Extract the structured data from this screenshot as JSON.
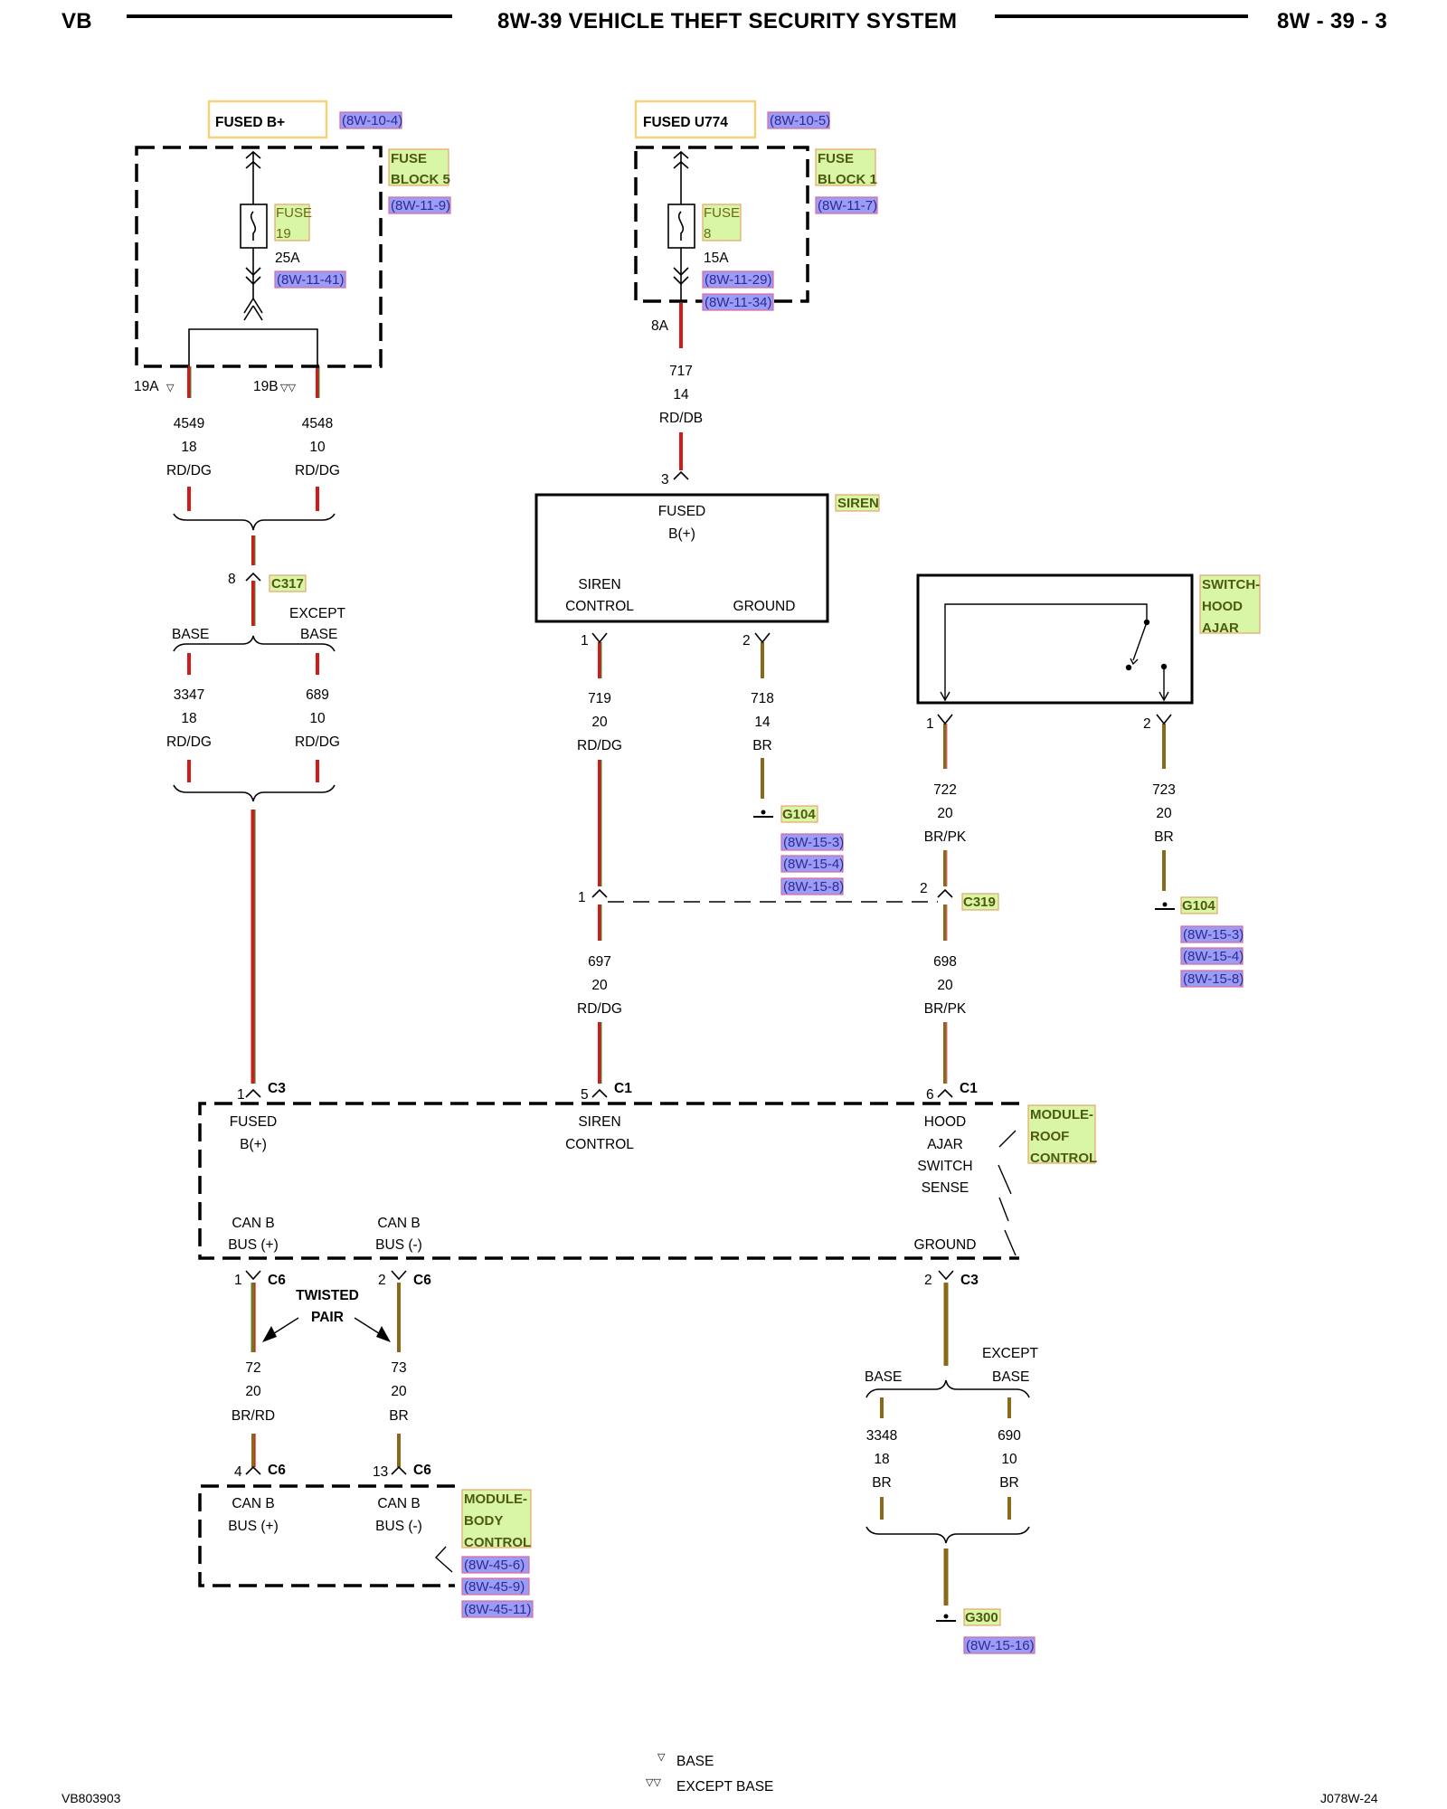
{
  "header": {
    "left": "VB",
    "title": "8W-39 VEHICLE THEFT SECURITY SYSTEM",
    "right": "8W - 39 - 3"
  },
  "footer": {
    "left": "VB803903",
    "right": "J078W-24",
    "legend": [
      {
        "symbol": "▽",
        "text": "BASE"
      },
      {
        "symbol": "▽▽",
        "text": "EXCEPT BASE"
      }
    ]
  },
  "colors": {
    "red_wire": "#d11a1a",
    "brown_wire": "#8a6a1a",
    "green_stripe": "#2e9a3a",
    "pink_stripe": "#e0708a",
    "xref_fill": "#9c9cf4",
    "tag_fill": "#d9f5a6",
    "source_box": "#f3d27a"
  },
  "sources": {
    "fused_bplus": {
      "label": "FUSED B+",
      "ref": "(8W-10-4)"
    },
    "fused_u774": {
      "label": "FUSED U774",
      "ref": "(8W-10-5)"
    }
  },
  "fuse_blocks": {
    "left": {
      "name": [
        "FUSE",
        "BLOCK 5"
      ],
      "ref": "(8W-11-9)",
      "fuse": [
        "FUSE",
        "19"
      ],
      "amps": "25A",
      "refs": [
        "(8W-11-41)"
      ],
      "outputs": [
        "19A",
        "19B"
      ],
      "output_marks": [
        "▽",
        "▽▽"
      ]
    },
    "right": {
      "name": [
        "FUSE",
        "BLOCK 1"
      ],
      "ref": "(8W-11-7)",
      "fuse": [
        "FUSE",
        "8"
      ],
      "amps": "15A",
      "refs": [
        "(8W-11-29)",
        "(8W-11-34)"
      ],
      "output": "8A"
    }
  },
  "wires": {
    "w4549": {
      "circuit": "4549",
      "gauge": "18",
      "color": "RD/DG"
    },
    "w4548": {
      "circuit": "4548",
      "gauge": "10",
      "color": "RD/DG"
    },
    "w717": {
      "circuit": "717",
      "gauge": "14",
      "color": "RD/DB"
    },
    "w3347": {
      "circuit": "3347",
      "gauge": "18",
      "color": "RD/DG"
    },
    "w689": {
      "circuit": "689",
      "gauge": "10",
      "color": "RD/DG"
    },
    "w719": {
      "circuit": "719",
      "gauge": "20",
      "color": "RD/DG"
    },
    "w718": {
      "circuit": "718",
      "gauge": "14",
      "color": "BR"
    },
    "w722": {
      "circuit": "722",
      "gauge": "20",
      "color": "BR/PK"
    },
    "w723": {
      "circuit": "723",
      "gauge": "20",
      "color": "BR"
    },
    "w697": {
      "circuit": "697",
      "gauge": "20",
      "color": "RD/DG"
    },
    "w698": {
      "circuit": "698",
      "gauge": "20",
      "color": "BR/PK"
    },
    "w72": {
      "circuit": "72",
      "gauge": "20",
      "color": "BR/RD"
    },
    "w73": {
      "circuit": "73",
      "gauge": "20",
      "color": "BR"
    },
    "w3348": {
      "circuit": "3348",
      "gauge": "18",
      "color": "BR"
    },
    "w690": {
      "circuit": "690",
      "gauge": "10",
      "color": "BR"
    }
  },
  "splices": {
    "c317": {
      "pin": "8",
      "name": "C317",
      "left": "BASE",
      "right": [
        "EXCEPT",
        "BASE"
      ]
    },
    "ground_split": {
      "left": "BASE",
      "right": [
        "EXCEPT",
        "BASE"
      ]
    }
  },
  "siren": {
    "name": "SIREN",
    "pin_in": "3",
    "fused": [
      "FUSED",
      "B(+)"
    ],
    "control": [
      "SIREN",
      "CONTROL"
    ],
    "ground": "GROUND",
    "pins": [
      "1",
      "2"
    ]
  },
  "switch": {
    "name": [
      "SWITCH-",
      "HOOD",
      "AJAR"
    ],
    "pins": [
      "1",
      "2"
    ]
  },
  "c319": {
    "name": "C319",
    "pins": [
      "1",
      "2"
    ]
  },
  "grounds": {
    "g104_a": {
      "name": "G104",
      "refs": [
        "(8W-15-3)",
        "(8W-15-4)",
        "(8W-15-8)"
      ]
    },
    "g104_b": {
      "name": "G104",
      "refs": [
        "(8W-15-3)",
        "(8W-15-4)",
        "(8W-15-8)"
      ]
    },
    "g300": {
      "name": "G300",
      "refs": [
        "(8W-15-16)"
      ]
    }
  },
  "roof_module": {
    "name": [
      "MODULE-",
      "ROOF",
      "CONTROL"
    ],
    "top_pins": [
      {
        "pin": "1",
        "conn": "C3",
        "label": [
          "FUSED",
          "B(+)"
        ]
      },
      {
        "pin": "5",
        "conn": "C1",
        "label": [
          "SIREN",
          "CONTROL"
        ]
      },
      {
        "pin": "6",
        "conn": "C1",
        "label": [
          "HOOD",
          "AJAR",
          "SWITCH",
          "SENSE"
        ]
      }
    ],
    "bottom_pins": [
      {
        "pin": "1",
        "conn": "C6",
        "label": [
          "CAN B",
          "BUS (+)"
        ]
      },
      {
        "pin": "2",
        "conn": "C6",
        "label": [
          "CAN B",
          "BUS (-)"
        ]
      },
      {
        "pin": "2",
        "conn": "C3",
        "label": [
          "GROUND"
        ]
      }
    ]
  },
  "twisted_pair": [
    "TWISTED",
    "PAIR"
  ],
  "body_module": {
    "name": [
      "MODULE-",
      "BODY",
      "CONTROL"
    ],
    "refs": [
      "(8W-45-6)",
      "(8W-45-9)",
      "(8W-45-11)"
    ],
    "pins": [
      {
        "pin": "4",
        "conn": "C6",
        "label": [
          "CAN B",
          "BUS (+)"
        ]
      },
      {
        "pin": "13",
        "conn": "C6",
        "label": [
          "CAN B",
          "BUS (-)"
        ]
      }
    ]
  }
}
